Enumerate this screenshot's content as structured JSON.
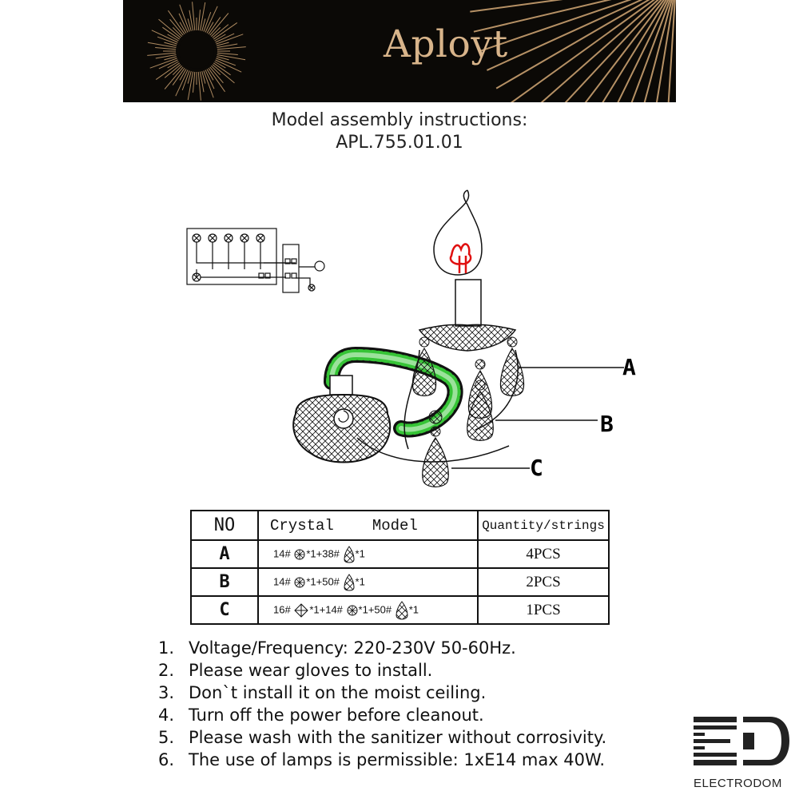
{
  "header": {
    "brand": "Aployt"
  },
  "title": {
    "line1": "Model assembly instructions:",
    "line2": "APL.755.01.01"
  },
  "diagram": {
    "callouts": [
      "A",
      "B",
      "C"
    ]
  },
  "table": {
    "headers": {
      "no": "NO",
      "crystal": "Crystal",
      "model": "Model",
      "quantity": "Quantity/strings"
    },
    "rows": [
      {
        "no": "A",
        "t1": "14#",
        "t2": "*1+38#",
        "t3": "*1",
        "qty": "4PCS"
      },
      {
        "no": "B",
        "t1": "14#",
        "t2": "*1+50#",
        "t3": "*1",
        "qty": "2PCS"
      },
      {
        "no": "C",
        "t0": "16#",
        "t1": "*1+14#",
        "t2": "*1+50#",
        "t3": "*1",
        "qty": "1PCS"
      }
    ]
  },
  "notes": [
    {
      "num": "1.",
      "text": "Voltage/Frequency: 220-230V 50-60Hz."
    },
    {
      "num": "2.",
      "text": "Please wear gloves to install."
    },
    {
      "num": "3.",
      "text": "Don`t install it on the moist ceiling."
    },
    {
      "num": "4.",
      "text": "Turn off the power before cleanout."
    },
    {
      "num": "5.",
      "text": "Please wash with the sanitizer without corrosivity."
    },
    {
      "num": "6.",
      "text": "The use of lamps is permissible: 1xE14 max 40W."
    }
  ],
  "footer": {
    "watermark": "ELECTRODOM"
  },
  "colors": {
    "banner": "#0b0906",
    "gold": "#d8b48a",
    "bulb": "#e01010",
    "wire": "#36c436"
  }
}
